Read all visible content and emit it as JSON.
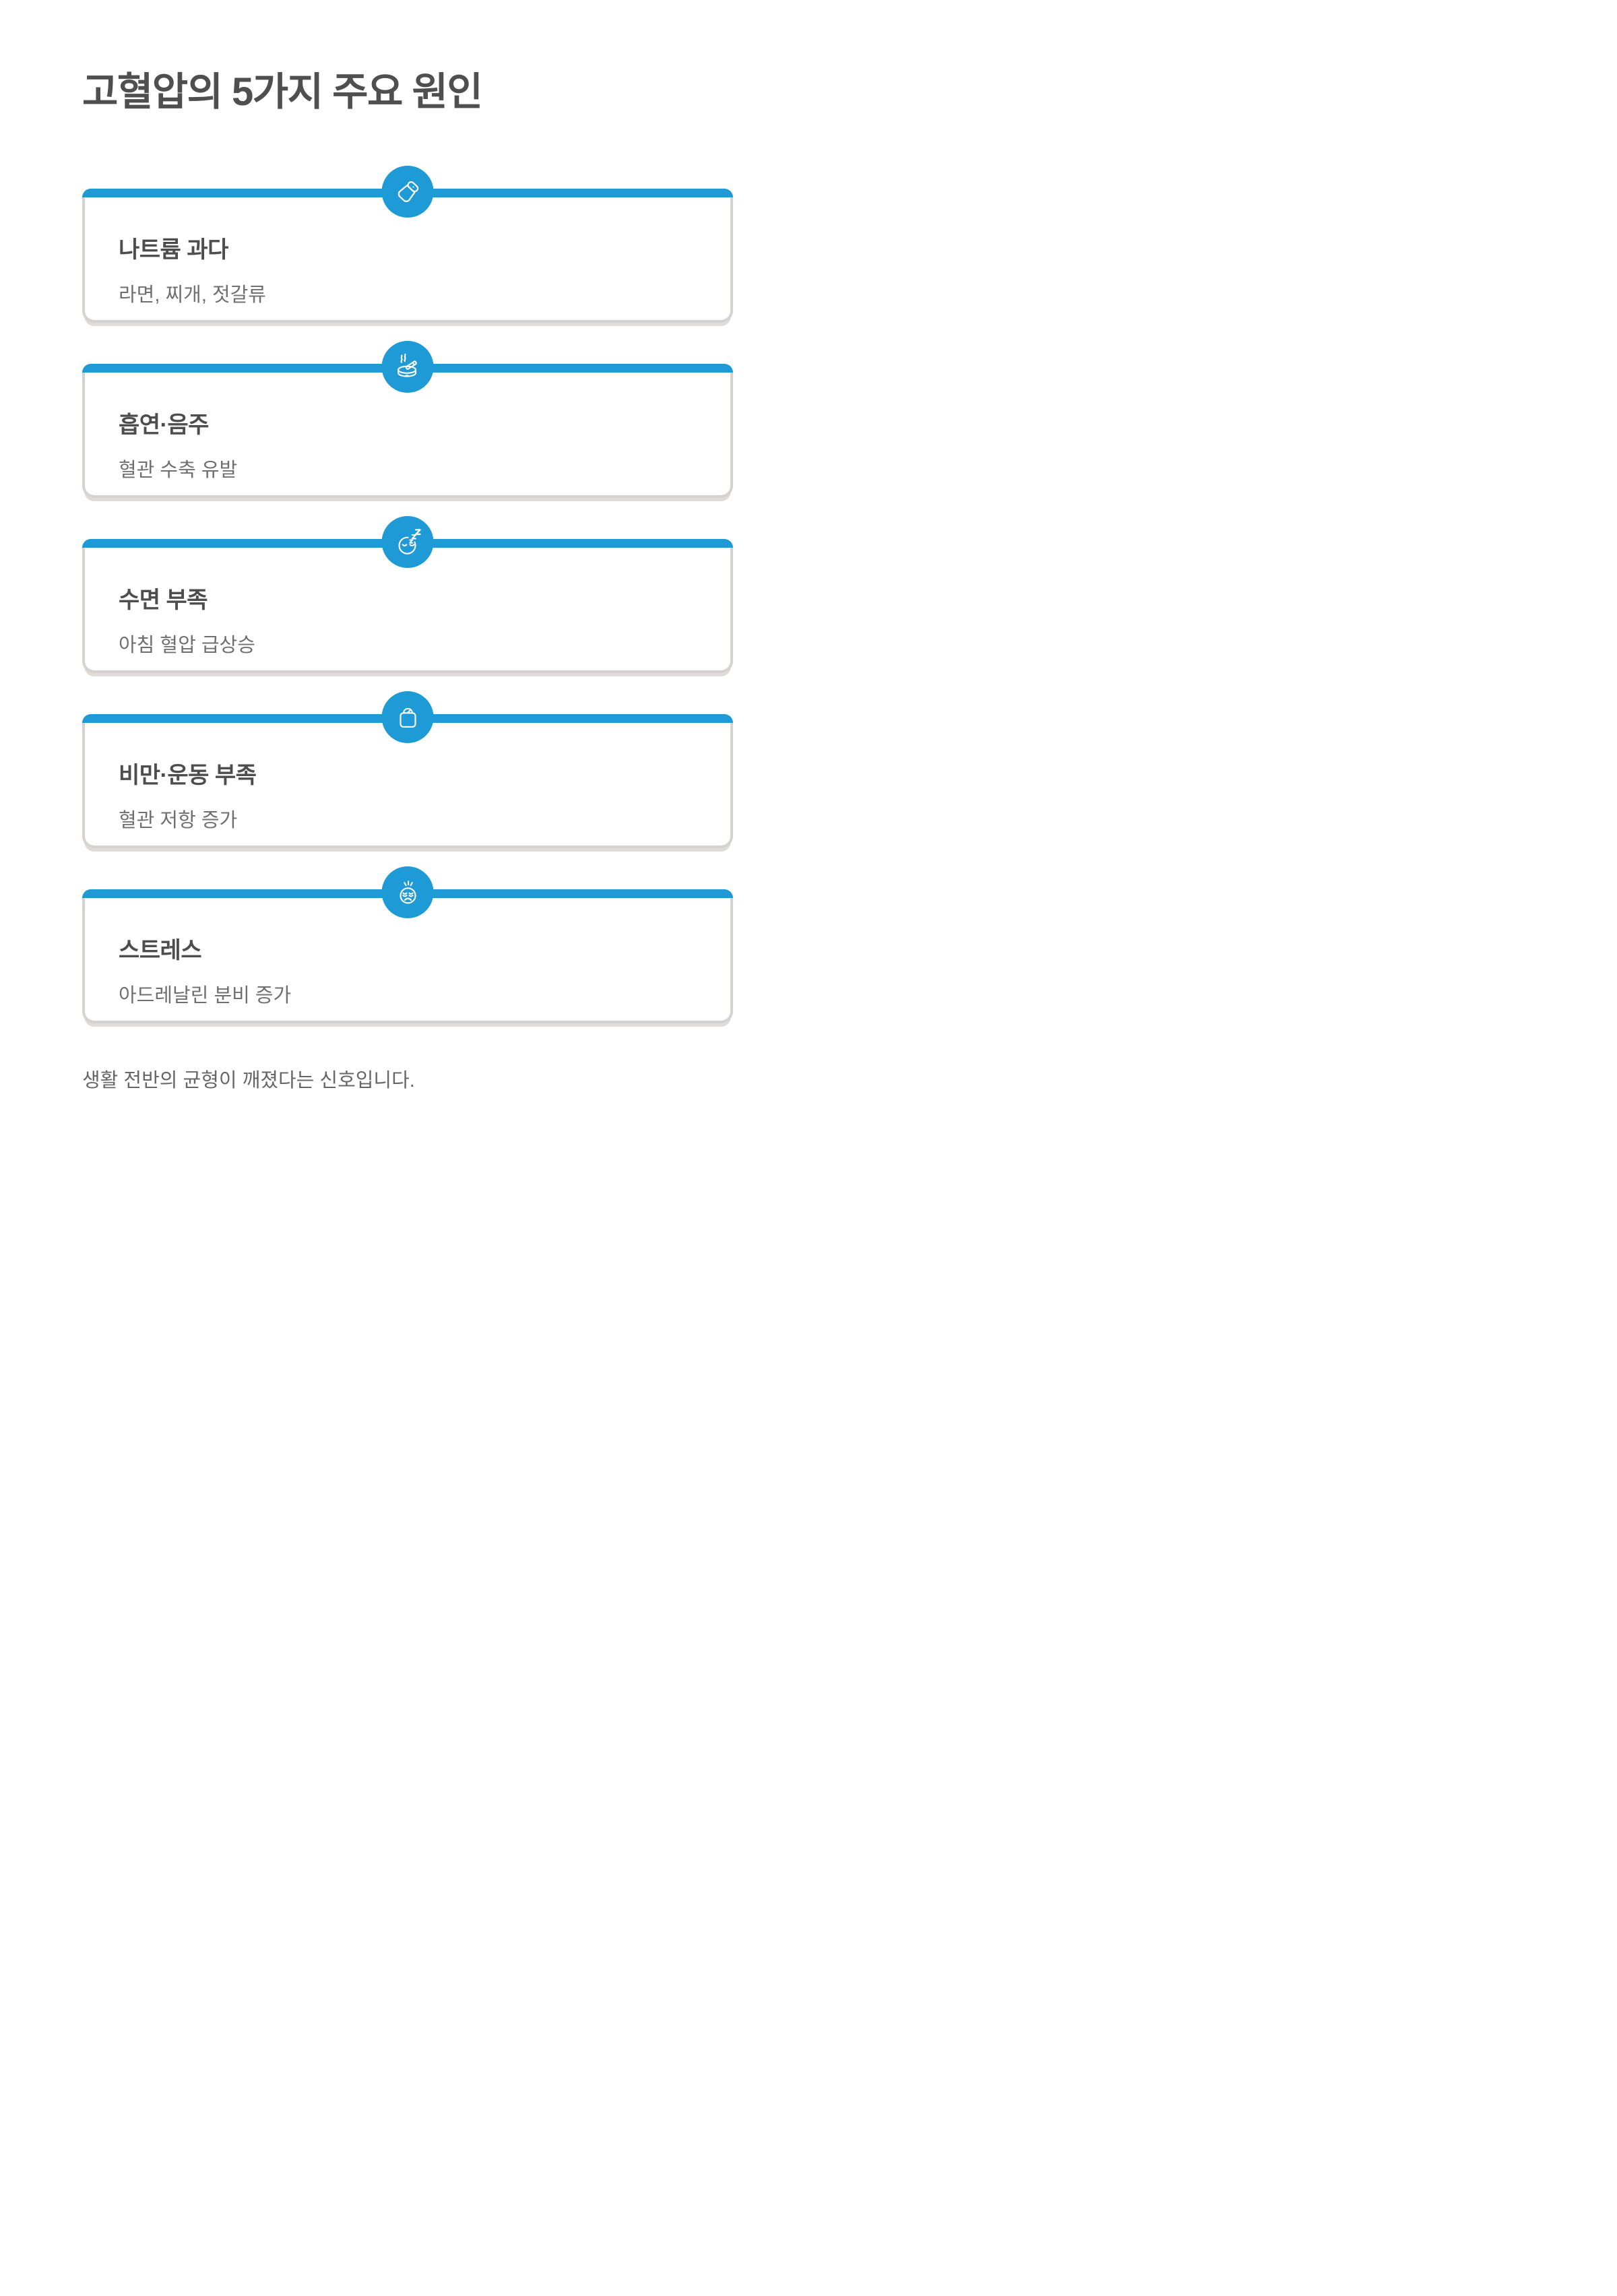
{
  "page": {
    "title": "고혈압의 5가지 주요 원인",
    "footer_note": "생활 전반의 균형이 깨졌다는 신호입니다.",
    "colors": {
      "accent_blue": "#1e9ad6",
      "card_border": "#d5d2d0",
      "title_text": "#4f4f4f",
      "subtitle_text": "#6f6f6f"
    }
  },
  "cards": [
    {
      "icon": "salt-shaker-icon",
      "title": "나트륨 과다",
      "subtitle": "라면, 찌개, 젓갈류"
    },
    {
      "icon": "smoking-ashtray-icon",
      "title": "흡연·음주",
      "subtitle": "혈관 수축 유발"
    },
    {
      "icon": "sleeping-face-icon",
      "title": "수면 부족",
      "subtitle": "아침 혈압 급상승"
    },
    {
      "icon": "weight-scale-icon",
      "title": "비만·운동 부족",
      "subtitle": "혈관 저항 증가"
    },
    {
      "icon": "stressed-face-icon",
      "title": "스트레스",
      "subtitle": "아드레날린 분비 증가"
    }
  ]
}
